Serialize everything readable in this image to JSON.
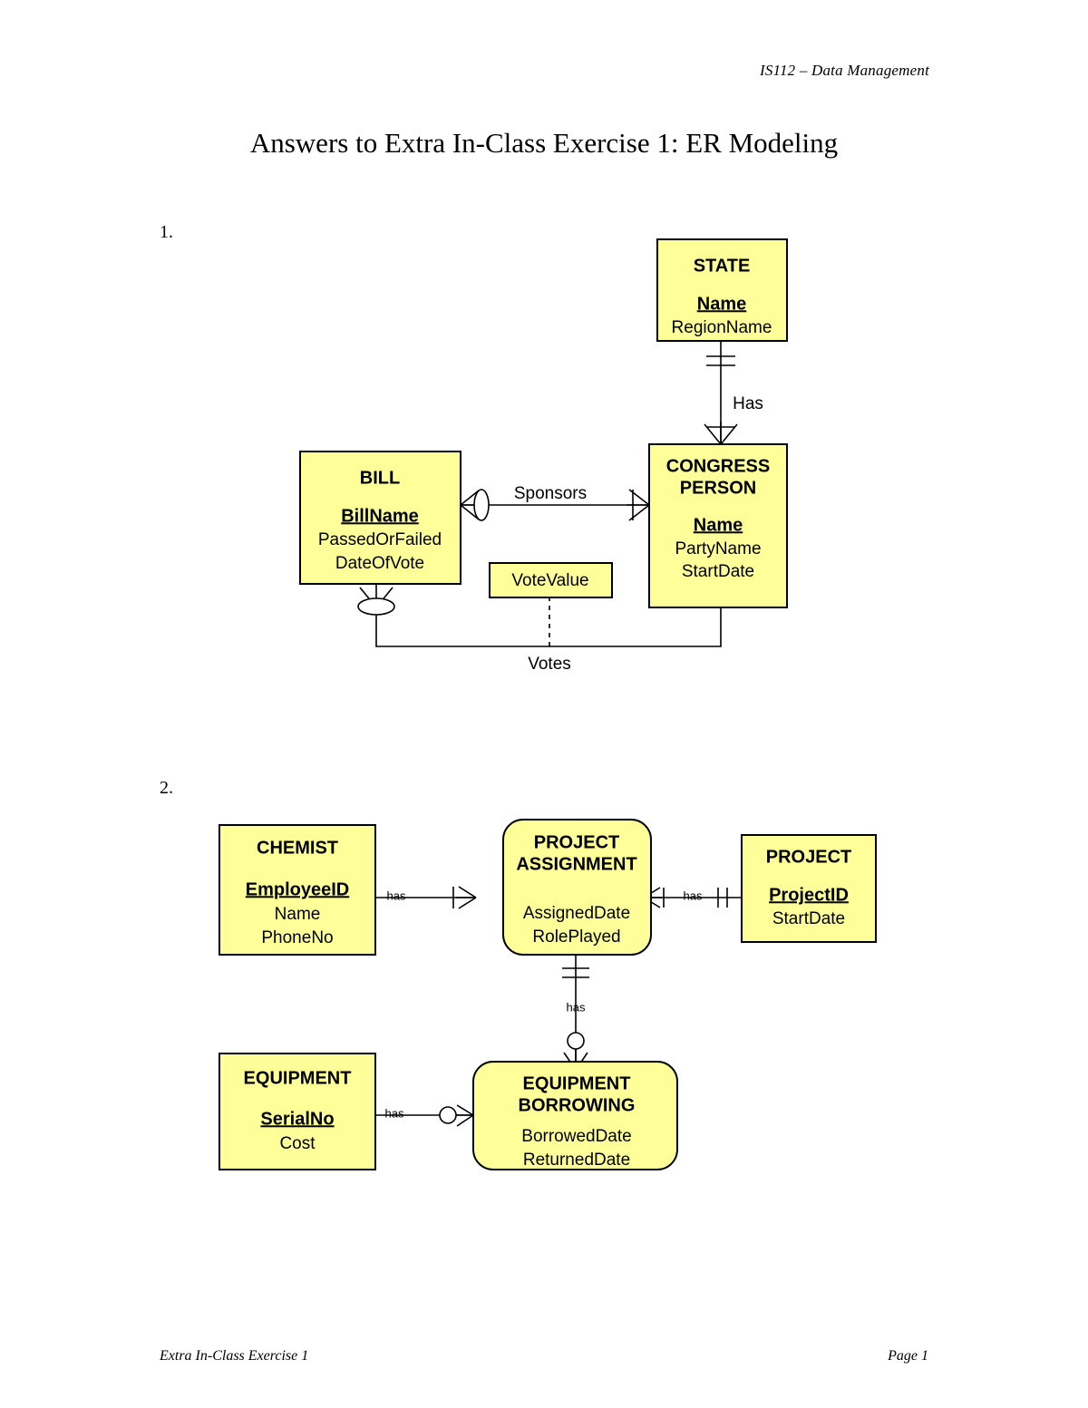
{
  "document": {
    "header": "IS112 – Data Management",
    "title": "Answers to Extra In-Class Exercise 1: ER Modeling",
    "footer_left": "Extra In-Class Exercise 1",
    "footer_right": "Page 1"
  },
  "items": [
    {
      "number": "1."
    },
    {
      "number": "2."
    }
  ],
  "colors": {
    "entity_fill": "#ffff99",
    "entity_stroke": "#000000",
    "page_background": "#ffffff"
  },
  "diagram1": {
    "entities": [
      {
        "id": "state",
        "title": "STATE",
        "kind": "strong",
        "pk": "Name",
        "attributes": [
          "RegionName"
        ]
      },
      {
        "id": "bill",
        "title": "BILL",
        "kind": "strong",
        "pk": "BillName",
        "attributes": [
          "PassedOrFailed",
          "DateOfVote"
        ]
      },
      {
        "id": "congress_person",
        "title_line1": "CONGRESS",
        "title_line2": "PERSON",
        "kind": "strong",
        "pk": "Name",
        "attributes": [
          "PartyName",
          "StartDate"
        ]
      }
    ],
    "attribute_boxes": [
      {
        "id": "votevalue",
        "label": "VoteValue",
        "attached_to": "Votes"
      }
    ],
    "relationships": [
      {
        "id": "has",
        "label": "Has",
        "from": "state",
        "to": "congress_person",
        "from_cardinality": "one-and-only-one",
        "to_cardinality": "one-or-many"
      },
      {
        "id": "sponsors",
        "label": "Sponsors",
        "from": "bill",
        "to": "congress_person",
        "from_cardinality": "zero-or-many",
        "to_cardinality": "one-or-many"
      },
      {
        "id": "votes",
        "label": "Votes",
        "from": "bill",
        "to": "congress_person",
        "from_cardinality": "zero-or-many",
        "to_cardinality": "one-or-many"
      }
    ]
  },
  "diagram2": {
    "entities": [
      {
        "id": "chemist",
        "title": "CHEMIST",
        "kind": "strong",
        "pk": "EmployeeID",
        "attributes": [
          "Name",
          "PhoneNo"
        ]
      },
      {
        "id": "project_assignment",
        "title_line1": "PROJECT",
        "title_line2": "ASSIGNMENT",
        "kind": "weak",
        "pk": "",
        "attributes": [
          "AssignedDate",
          "RolePlayed"
        ]
      },
      {
        "id": "project",
        "title": "PROJECT",
        "kind": "strong",
        "pk": "ProjectID",
        "attributes": [
          "StartDate"
        ]
      },
      {
        "id": "equipment",
        "title": "EQUIPMENT",
        "kind": "strong",
        "pk": "SerialNo",
        "attributes": [
          "Cost"
        ]
      },
      {
        "id": "equipment_borrowing",
        "title_line1": "EQUIPMENT",
        "title_line2": "BORROWING",
        "kind": "weak",
        "pk": "",
        "attributes": [
          "BorrowedDate",
          "ReturnedDate"
        ]
      }
    ],
    "relationships": [
      {
        "id": "chemist_has_assignment",
        "label": "has",
        "from": "chemist",
        "to": "project_assignment",
        "from_cardinality": "one-and-only-one",
        "to_cardinality": "one-or-many"
      },
      {
        "id": "assignment_has_project",
        "label": "has",
        "from": "project_assignment",
        "to": "project",
        "from_cardinality": "one-or-many",
        "to_cardinality": "one-and-only-one"
      },
      {
        "id": "assignment_has_borrowing",
        "label": "has",
        "from": "project_assignment",
        "to": "equipment_borrowing",
        "from_cardinality": "one-and-only-one",
        "to_cardinality": "zero-or-many"
      },
      {
        "id": "equipment_has_borrowing",
        "label": "has",
        "from": "equipment",
        "to": "equipment_borrowing",
        "from_cardinality": "one-and-only-one",
        "to_cardinality": "zero-or-many"
      }
    ]
  }
}
